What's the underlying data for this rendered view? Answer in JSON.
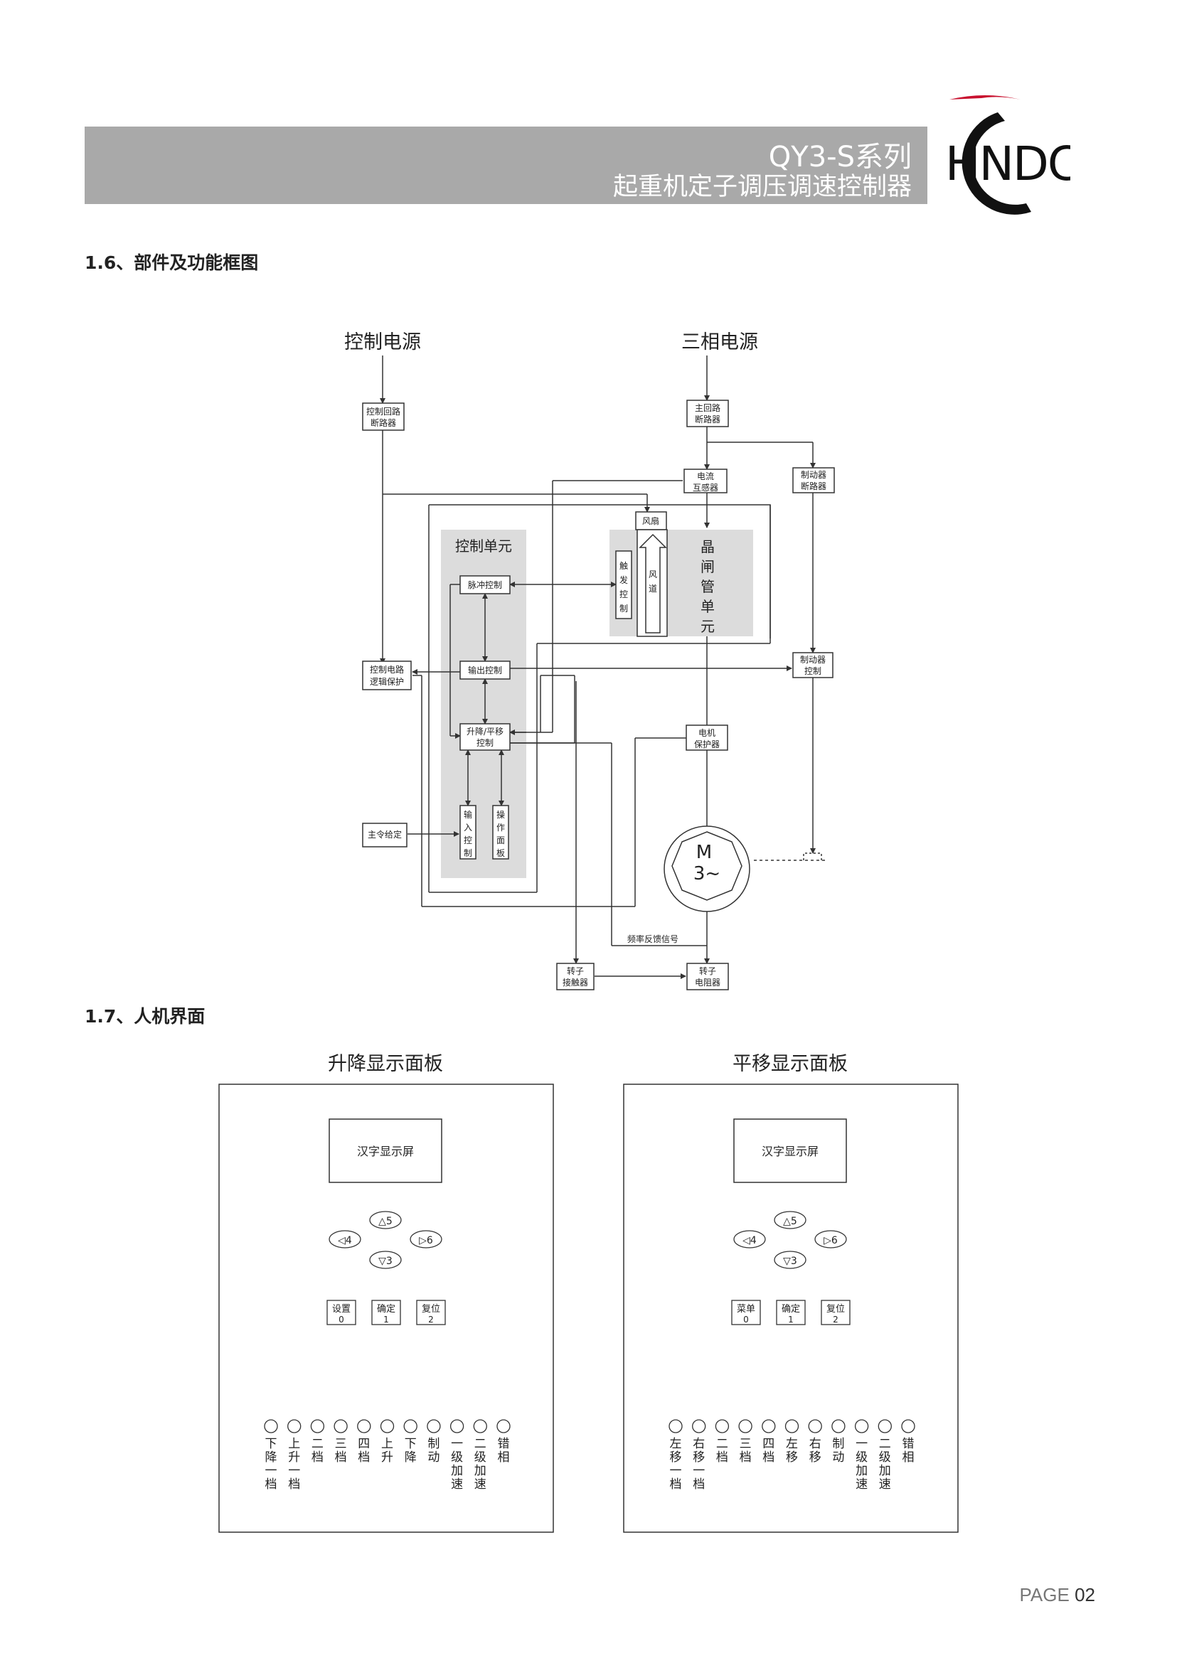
{
  "header": {
    "series": "QY3-S系列",
    "product": "起重机定子调压调速控制器",
    "logo_text": "HNDC"
  },
  "sections": {
    "s16": "1.6、部件及功能框图",
    "s17": "1.7、人机界面"
  },
  "diagram": {
    "ctrl_power": "控制电源",
    "three_phase": "三相电源",
    "ctrl_breaker": [
      "控制回路",
      "断路器"
    ],
    "main_breaker": [
      "主回路",
      "断路器"
    ],
    "ct": [
      "电流",
      "互感器"
    ],
    "brake_breaker": [
      "制动器",
      "断路器"
    ],
    "fan": "风扇",
    "control_unit": "控制单元",
    "thyristor": [
      "晶",
      "闸",
      "管",
      "单",
      "元"
    ],
    "trigger": [
      "触",
      "发",
      "控",
      "制"
    ],
    "duct": [
      "风",
      "道"
    ],
    "pulse": "脉冲控制",
    "output": "输出控制",
    "logic_protect": [
      "控制电路",
      "逻辑保护"
    ],
    "brake_ctrl": [
      "制动器",
      "控制"
    ],
    "lift_shift": [
      "升降/平移",
      "控制"
    ],
    "motor_protect": [
      "电机",
      "保护器"
    ],
    "input_ctrl": [
      "输",
      "入",
      "控",
      "制"
    ],
    "op_panel": [
      "操",
      "作",
      "面",
      "板"
    ],
    "master_cmd": "主令给定",
    "motor_m": "M",
    "motor_3": "3~",
    "freq_fb": "频率反馈信号",
    "rotor_contactor": [
      "转子",
      "接触器"
    ],
    "rotor_resistor": [
      "转子",
      "电阻器"
    ]
  },
  "panels": [
    {
      "title": "升降显示面板",
      "screen": "汉字显示屏",
      "keys": {
        "up": "△5",
        "left": "◁4",
        "right": "▷6",
        "down": "▽3"
      },
      "buttons": [
        {
          "label": "设置",
          "num": "0"
        },
        {
          "label": "确定",
          "num": "1"
        },
        {
          "label": "复位",
          "num": "2"
        }
      ],
      "leds": [
        [
          "下",
          "降",
          "一",
          "档"
        ],
        [
          "上",
          "升",
          "一",
          "档"
        ],
        [
          "二",
          "档"
        ],
        [
          "三",
          "档"
        ],
        [
          "四",
          "档"
        ],
        [
          "上",
          "升"
        ],
        [
          "下",
          "降"
        ],
        [
          "制",
          "动"
        ],
        [
          "一",
          "级",
          "加",
          "速"
        ],
        [
          "二",
          "级",
          "加",
          "速"
        ],
        [
          "错",
          "相"
        ]
      ]
    },
    {
      "title": "平移显示面板",
      "screen": "汉字显示屏",
      "keys": {
        "up": "△5",
        "left": "◁4",
        "right": "▷6",
        "down": "▽3"
      },
      "buttons": [
        {
          "label": "菜单",
          "num": "0"
        },
        {
          "label": "确定",
          "num": "1"
        },
        {
          "label": "复位",
          "num": "2"
        }
      ],
      "leds": [
        [
          "左",
          "移",
          "一",
          "档"
        ],
        [
          "右",
          "移",
          "一",
          "档"
        ],
        [
          "二",
          "档"
        ],
        [
          "三",
          "档"
        ],
        [
          "四",
          "档"
        ],
        [
          "左",
          "移"
        ],
        [
          "右",
          "移"
        ],
        [
          "制",
          "动"
        ],
        [
          "一",
          "级",
          "加",
          "速"
        ],
        [
          "二",
          "级",
          "加",
          "速"
        ],
        [
          "错",
          "相"
        ]
      ]
    }
  ],
  "footer": {
    "page_label": "PAGE",
    "page_num": "02"
  }
}
